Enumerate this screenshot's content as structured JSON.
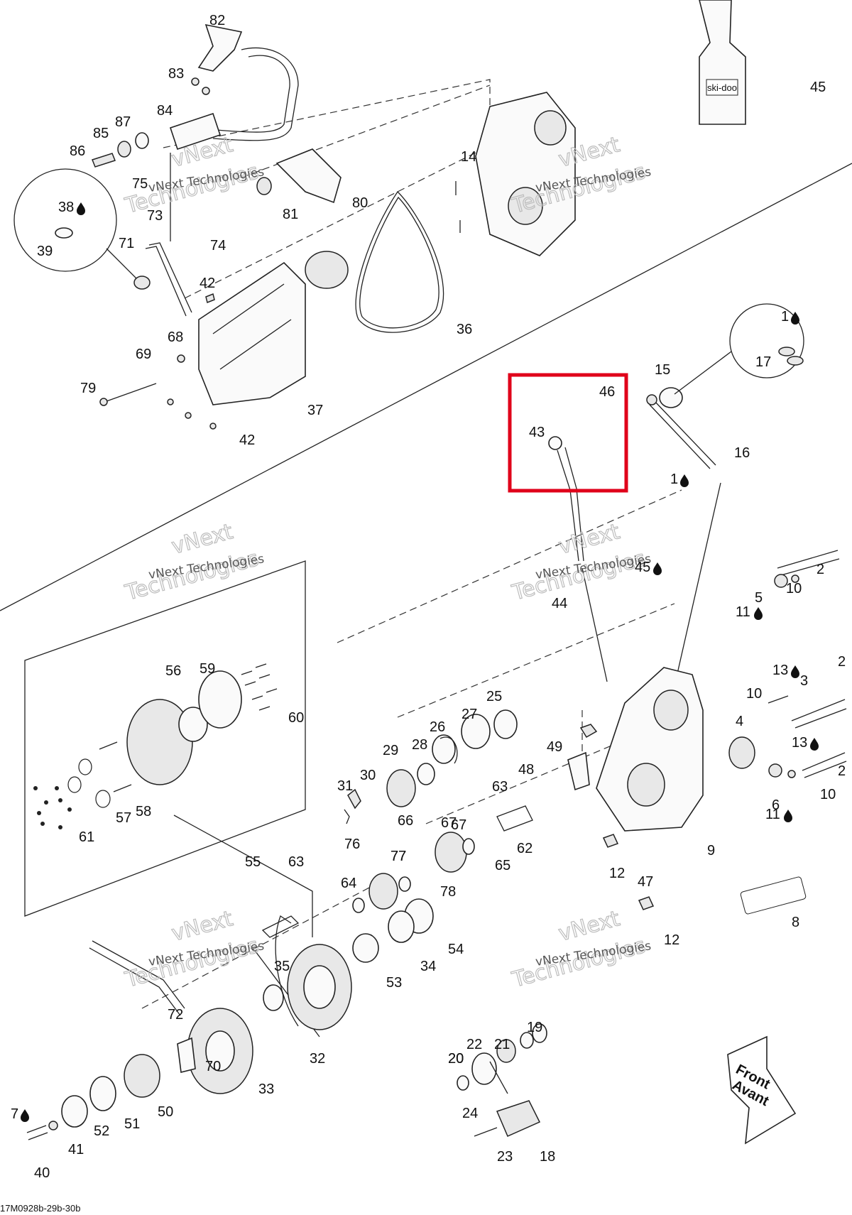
{
  "diagram": {
    "labels": [
      "82",
      "83",
      "84",
      "85",
      "87",
      "86",
      "75",
      "73",
      "74",
      "71",
      "38",
      "39",
      "81",
      "80",
      "14",
      "45",
      "36",
      "42",
      "68",
      "69",
      "79",
      "37",
      "42",
      "46",
      "43",
      "15",
      "1",
      "17",
      "16",
      "1",
      "45",
      "44",
      "2",
      "10",
      "5",
      "11",
      "13",
      "3",
      "2",
      "10",
      "4",
      "13",
      "2",
      "10",
      "6",
      "11",
      "9",
      "12",
      "47",
      "12",
      "8",
      "25",
      "27",
      "26",
      "29",
      "28",
      "30",
      "31",
      "49",
      "48",
      "63",
      "62",
      "66",
      "67",
      "67",
      "65",
      "76",
      "77",
      "77",
      "78",
      "64",
      "55",
      "63",
      "54",
      "53",
      "34",
      "56",
      "59",
      "60",
      "57",
      "58",
      "61",
      "35",
      "32",
      "72",
      "33",
      "70",
      "50",
      "51",
      "52",
      "41",
      "40",
      "7",
      "20",
      "19",
      "21",
      "22",
      "20",
      "24",
      "23",
      "18"
    ],
    "oil_drop_label_indices": [
      10,
      26,
      29,
      30,
      35,
      36,
      41,
      45,
      92
    ],
    "watermark_name": "vNext",
    "watermark_sub": "Technologies",
    "bottle_brand": "ski-doo",
    "front_arrow": [
      "Front",
      "Avant"
    ],
    "figure_code": "17M0928b-29b-30b",
    "highlight_color": "#e0001a",
    "line_color": "#222222"
  }
}
